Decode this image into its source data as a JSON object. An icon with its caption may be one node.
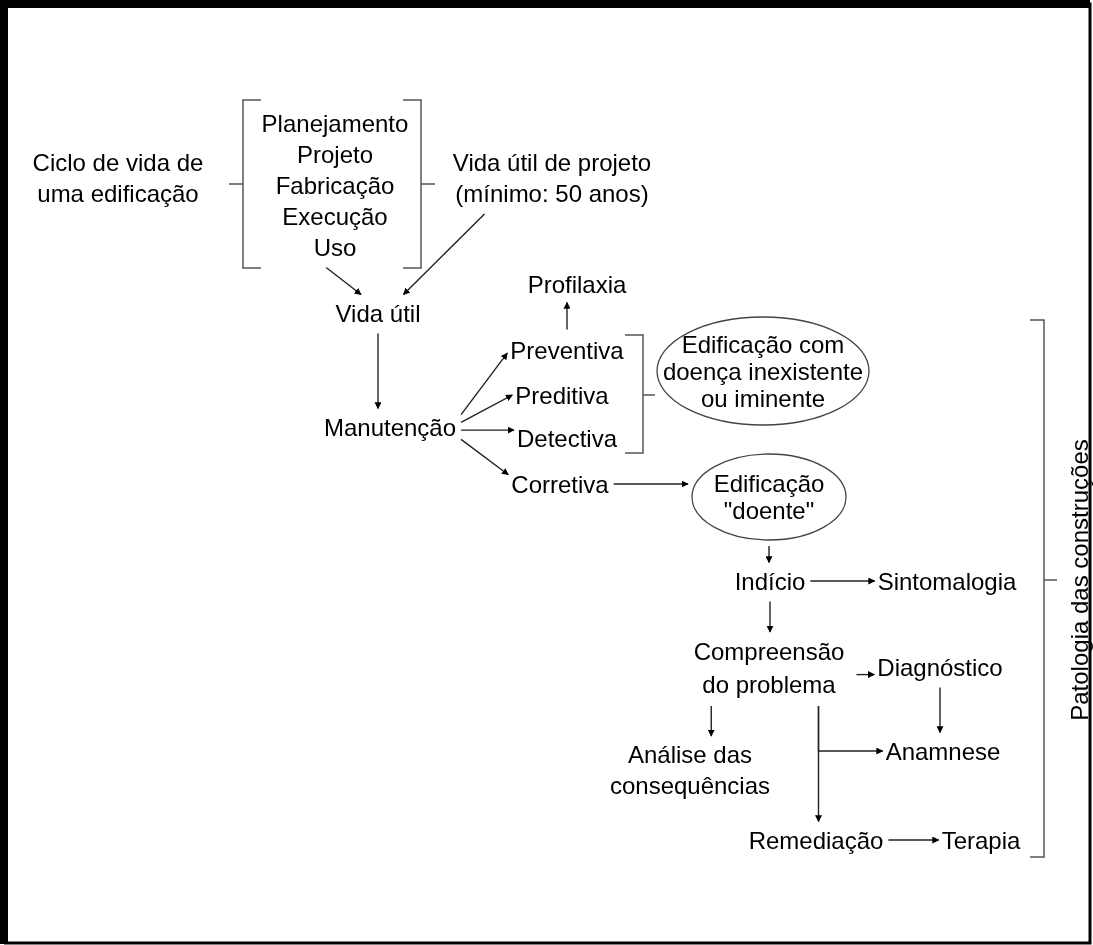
{
  "diagram": {
    "nodes": [
      {
        "text": [
          "Ciclo de vida de uma edificação"
        ]
      },
      {
        "text": [
          "Planejamento",
          "Projeto",
          "Fabricação",
          "Execução",
          "Uso"
        ]
      },
      {
        "text": [
          "Vida útil de projeto (mínimo: 50 anos)"
        ]
      },
      {
        "text": [
          "Vida útil"
        ]
      },
      {
        "text": [
          "Manutenção"
        ]
      },
      {
        "text": [
          "Profilaxia"
        ]
      },
      {
        "text": [
          "Preventiva"
        ]
      },
      {
        "text": [
          "Preditiva"
        ]
      },
      {
        "text": [
          "Detectiva"
        ]
      },
      {
        "text": [
          "Corretiva"
        ]
      },
      {
        "text": [
          "Edificação com doença inexistente ou iminente"
        ]
      },
      {
        "text": [
          "Edificação \"doente\""
        ]
      },
      {
        "text": [
          "Indício"
        ]
      },
      {
        "text": [
          "Sintomalogia"
        ]
      },
      {
        "text": [
          "Compreensão do problema"
        ]
      },
      {
        "text": [
          "Diagnóstico"
        ]
      },
      {
        "text": [
          "Análise das consequências"
        ]
      },
      {
        "text": [
          "Anamnese"
        ]
      },
      {
        "text": [
          "Remediação"
        ]
      },
      {
        "text": [
          "Terapia"
        ]
      }
    ],
    "edges": [
      {
        "from": 1,
        "to": 3,
        "arrow": "to"
      },
      {
        "from": 2,
        "to": 3,
        "arrow": "to"
      },
      {
        "from": 3,
        "to": 4,
        "arrow": "to"
      },
      {
        "from": 4,
        "to": 6,
        "arrow": "to"
      },
      {
        "from": 4,
        "to": 7,
        "arrow": "to"
      },
      {
        "from": 4,
        "to": 8,
        "arrow": "to"
      },
      {
        "from": 4,
        "to": 9,
        "arrow": "to"
      },
      {
        "from": 6,
        "to": 5,
        "arrow": "to"
      },
      {
        "from": 9,
        "to": 11,
        "arrow": "to"
      },
      {
        "from": 11,
        "to": 12,
        "arrow": "to"
      },
      {
        "from": 12,
        "to": 13,
        "arrow": "to"
      },
      {
        "from": 12,
        "to": 14,
        "arrow": "to"
      },
      {
        "from": 14,
        "to": 15,
        "arrow": "to"
      },
      {
        "from": 14,
        "to": 16,
        "arrow": "to"
      },
      {
        "from": 14,
        "to": 17,
        "arrow": "to"
      },
      {
        "from": 14,
        "to": 18,
        "arrow": "to"
      },
      {
        "from": 15,
        "to": 17,
        "arrow": "to"
      },
      {
        "from": 18,
        "to": 19,
        "arrow": "to"
      }
    ],
    "labels": [
      "Patologia das construções"
    ]
  }
}
